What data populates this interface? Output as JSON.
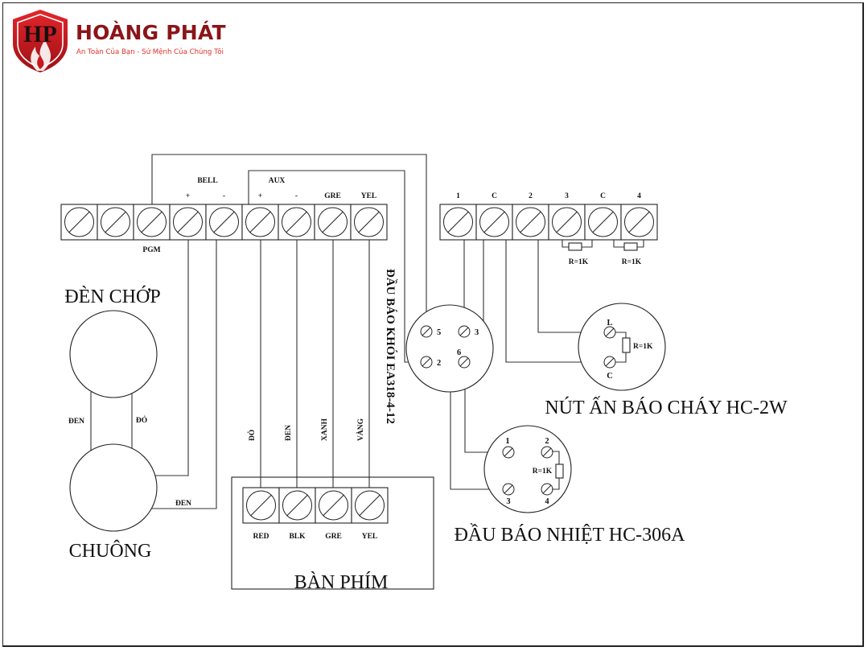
{
  "brand": {
    "name": "HOÀNG PHÁT",
    "tagline": "An Toàn Của Bạn - Sứ Mệnh Của Chúng Tôi",
    "logo_letters": "HP",
    "colors": {
      "primary": "#c8161d",
      "dark": "#8b1518",
      "tagline": "#e0302b"
    }
  },
  "panel": {
    "group_labels": {
      "bell": "BELL",
      "aux": "AUX"
    },
    "terminals": [
      {
        "top": "",
        "bottom": ""
      },
      {
        "top": "",
        "bottom": ""
      },
      {
        "top": "",
        "bottom": "PGM"
      },
      {
        "top": "+",
        "bottom": ""
      },
      {
        "top": "-",
        "bottom": ""
      },
      {
        "top": "+",
        "bottom": ""
      },
      {
        "top": "-",
        "bottom": ""
      },
      {
        "top": "GRE",
        "bottom": ""
      },
      {
        "top": "YEL",
        "bottom": ""
      }
    ]
  },
  "zone_block": {
    "terminals": [
      "1",
      "C",
      "2",
      "3",
      "C",
      "4"
    ],
    "resistor_labels": [
      "R=1K",
      "R=1K"
    ]
  },
  "strobe": {
    "title": "ĐÈN CHỚP",
    "wire_left": "ĐEN",
    "wire_right": "ĐỎ"
  },
  "bell": {
    "title": "CHUÔNG",
    "wire_label": "ĐEN"
  },
  "smoke_detector": {
    "title": "ĐẦU BÁO KHÓI EA318-4-12",
    "terminals": [
      "5",
      "3",
      "6",
      "2"
    ]
  },
  "call_point": {
    "title": "NÚT ẤN BÁO CHÁY HC-2W",
    "terminals": [
      "L",
      "C"
    ],
    "resistor_label": "R=1K"
  },
  "heat_detector": {
    "title": "ĐẦU BÁO NHIỆT HC-306A",
    "terminals": [
      "1",
      "2",
      "3",
      "4"
    ],
    "resistor_label": "R=1K"
  },
  "keypad": {
    "title": "BÀN PHÍM",
    "terminals": [
      "RED",
      "BLK",
      "GRE",
      "YEL"
    ],
    "wire_labels": [
      "ĐỎ",
      "ĐEN",
      "XANH",
      "VÀNG"
    ]
  }
}
